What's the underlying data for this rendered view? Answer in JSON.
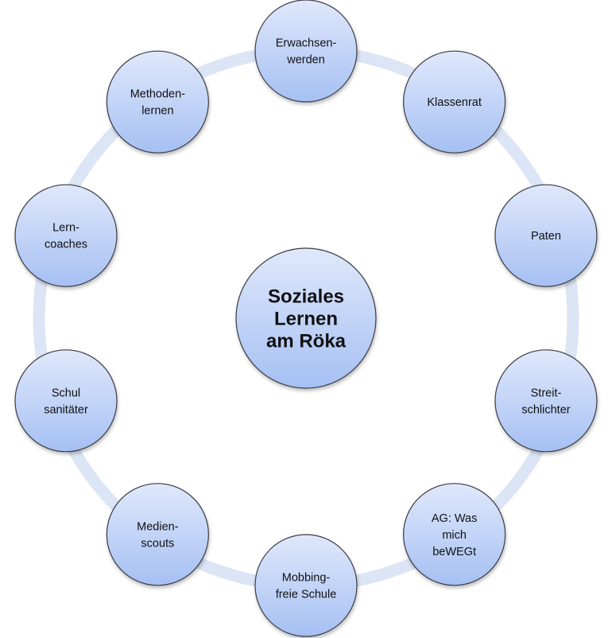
{
  "diagram": {
    "center": {
      "lines": [
        "Soziales",
        "Lernen",
        "am Röka"
      ]
    },
    "nodes": [
      {
        "lines": [
          "Erwachsen-",
          "werden"
        ]
      },
      {
        "lines": [
          "Klassenrat"
        ]
      },
      {
        "lines": [
          "Paten"
        ]
      },
      {
        "lines": [
          "Streit-",
          "schlichter"
        ]
      },
      {
        "lines": [
          "AG: Was",
          "mich",
          "beWEGt"
        ]
      },
      {
        "lines": [
          "Mobbing-",
          "freie Schule"
        ]
      },
      {
        "lines": [
          "Medien-",
          "scouts"
        ]
      },
      {
        "lines": [
          "Schul",
          "sanitäter"
        ]
      },
      {
        "lines": [
          "Lern-",
          "coaches"
        ]
      },
      {
        "lines": [
          "Methoden-",
          "lernen"
        ]
      }
    ],
    "colors": {
      "fill_top": "#dfe8fb",
      "fill_bottom": "#a6c0f3",
      "stroke": "#3c3c46",
      "ring": "#dce5f5"
    }
  }
}
